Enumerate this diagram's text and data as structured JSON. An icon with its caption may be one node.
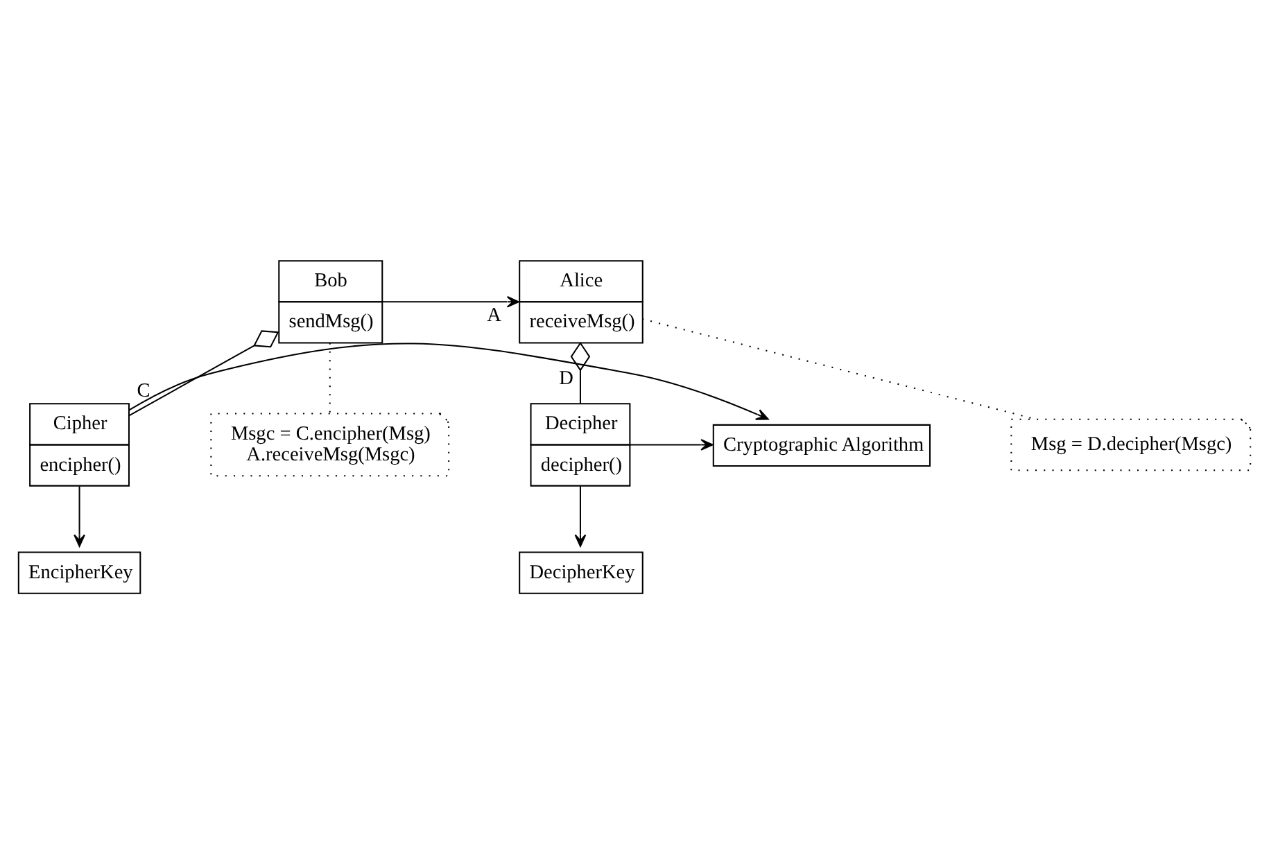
{
  "diagram": {
    "nodes": [
      {
        "text": [
          "Bob",
          "sendMsg()"
        ]
      },
      {
        "text": [
          "Alice",
          "receiveMsg()"
        ]
      },
      {
        "text": [
          "Msgc = C.encipher(Msg)",
          "A.receiveMsg(Msgc)"
        ]
      },
      {
        "text": [
          "Msg = D.decipher(Msgc)"
        ]
      },
      {
        "text": [
          "Cipher",
          "encipher()"
        ]
      },
      {
        "text": [
          "Cryptographic Algorithm"
        ]
      },
      {
        "text": [
          "Decipher",
          "decipher()"
        ]
      },
      {
        "text": [
          "EncipherKey"
        ]
      },
      {
        "text": [
          "DecipherKey"
        ]
      }
    ],
    "edges": [
      {
        "from": 0,
        "to": 1,
        "arrow": "to",
        "label": "A"
      },
      {
        "from": 0,
        "to": 2,
        "arrow": "none",
        "style": "dashed"
      },
      {
        "from": 1,
        "to": 3,
        "arrow": "none",
        "style": "dashed"
      },
      {
        "from": 0,
        "to": 4,
        "arrow": "other",
        "label": "C"
      },
      {
        "from": 1,
        "to": 6,
        "arrow": "other",
        "label": "D"
      },
      {
        "from": 4,
        "to": 5,
        "arrow": "to"
      },
      {
        "from": 6,
        "to": 5,
        "arrow": "to"
      },
      {
        "from": 4,
        "to": 7,
        "arrow": "to"
      },
      {
        "from": 6,
        "to": 8,
        "arrow": "to"
      }
    ]
  }
}
